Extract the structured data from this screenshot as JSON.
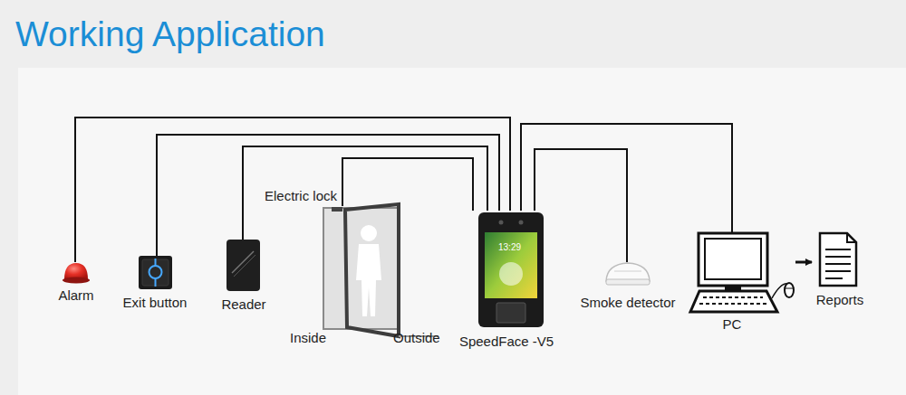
{
  "diagram": {
    "title": "Working Application",
    "nodes": [
      {
        "text": [
          "Alarm"
        ]
      },
      {
        "text": [
          "Exit button"
        ]
      },
      {
        "text": [
          "Reader"
        ]
      },
      {
        "text": [
          "Electric lock",
          "Inside",
          "Outside"
        ]
      },
      {
        "text": [
          "SpeedFace -V5"
        ]
      },
      {
        "text": [
          "Smoke detector"
        ]
      },
      {
        "text": [
          "PC"
        ]
      },
      {
        "text": [
          "Reports"
        ]
      }
    ],
    "edges": [
      {
        "from": 0,
        "to": 4,
        "arrow": "none"
      },
      {
        "from": 1,
        "to": 4,
        "arrow": "none"
      },
      {
        "from": 2,
        "to": 4,
        "arrow": "none"
      },
      {
        "from": 3,
        "to": 4,
        "arrow": "none"
      },
      {
        "from": 5,
        "to": 4,
        "arrow": "none"
      },
      {
        "from": 6,
        "to": 4,
        "arrow": "none"
      },
      {
        "from": 6,
        "to": 7,
        "arrow": "to"
      }
    ],
    "labels": [
      "13:29"
    ]
  }
}
